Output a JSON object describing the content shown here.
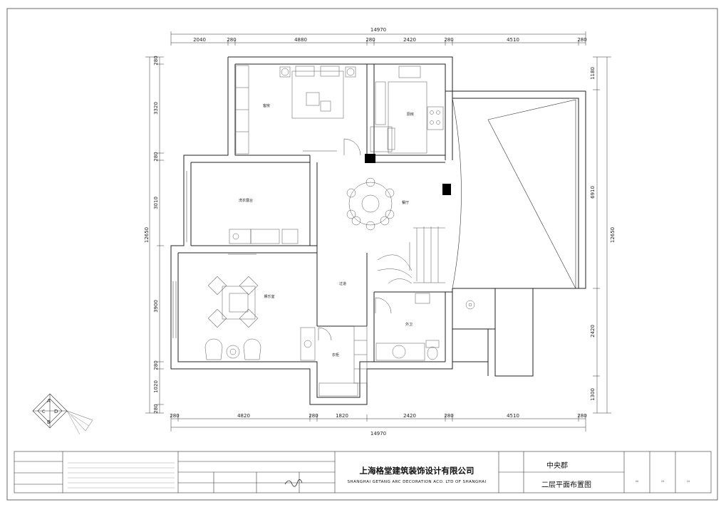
{
  "dimensions": {
    "top_total": "14970",
    "top_segments": [
      "2040",
      "280",
      "4880",
      "280",
      "2420",
      "280",
      "4510",
      "280"
    ],
    "bottom_total": "14970",
    "bottom_segments": [
      "280",
      "4820",
      "280",
      "1820",
      "2420",
      "280",
      "4510",
      "280"
    ],
    "left_total": "12650",
    "left_segments": [
      "280",
      "3320",
      "280",
      "3010",
      "3900",
      "280",
      "1020",
      "280"
    ],
    "right_total": "12650",
    "right_segments": [
      "1180",
      "6910",
      "2420",
      "1300"
    ]
  },
  "rooms": {
    "bedroom": "客房",
    "kitchen": "厨房",
    "dining": "餐厅",
    "laundry": "洗衣露台",
    "entertainment": "娱乐室",
    "corridor": "过道",
    "bathroom": "外卫",
    "wardrobe": "衣柜"
  },
  "title_block": {
    "company_cn": "上海格堂建筑装饰设计有限公司",
    "company_en": "SHANGHAI GETANG ARC DECORATION  ACO. LTD OF SHANGHAI",
    "project_name": "中央郡",
    "drawing_name": "二层平面布置图",
    "sheet_no": "04",
    "sheet_a": "24",
    "sheet_b": "24"
  },
  "compass": {
    "letters": [
      "A",
      "C",
      "D",
      "B"
    ]
  },
  "colors": {
    "line": "#222222",
    "furniture": "#555555",
    "fill_column": "#000000"
  }
}
